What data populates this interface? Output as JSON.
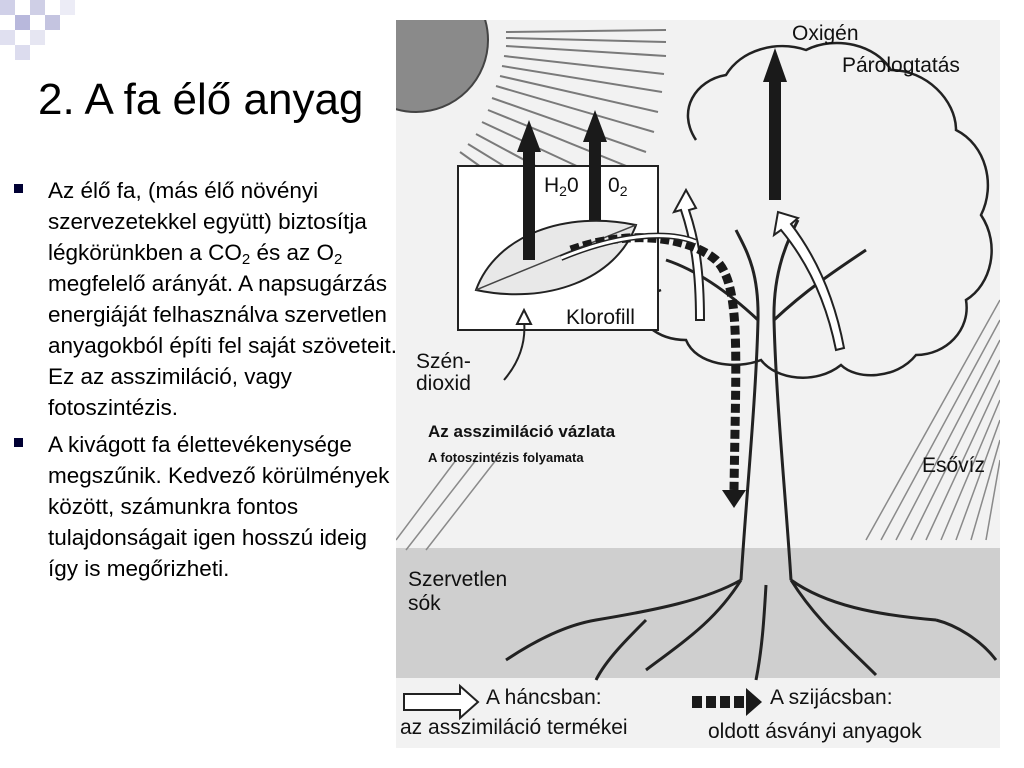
{
  "slide": {
    "title": "2. A fa élő anyag"
  },
  "bullets": [
    {
      "pre": "Az élő fa, (más élő növényi szervezetekkel együtt) biztosítja légkörünkben a CO",
      "sub1": "2",
      "mid": " és az O",
      "sub2": "2",
      "post": " megfelelő arányát. A napsugárzás energiáját felhasználva szervetlen anyagokból építi fel saját szöveteit. Ez az asszimiláció, vagy fotoszintézis."
    },
    {
      "text": "A kivágott fa élettevékenysége megszűnik. Kedvező körülmények között, számunkra fontos tulajdonságait igen hosszú ideig így is megőrizheti."
    }
  ],
  "diagram": {
    "labels": {
      "oxygen": "Oxigén",
      "evaporation": "Párologtatás",
      "h2o_main": "H",
      "h2o_sub": "2",
      "h2o_end": "0",
      "o2_main": "0",
      "o2_sub": "2",
      "chlorophyll": "Klorofill",
      "co2_line1": "Szén-",
      "co2_line2": "dioxid",
      "caption_title": "Az asszimiláció vázlata",
      "caption_sub": "A fotoszintézis folyamata",
      "rain": "Esővíz",
      "salts_line1": "Szervetlen",
      "salts_line2": "sók",
      "phloem_title": "A háncsban:",
      "phloem_desc": "az asszimiláció termékei",
      "xylem_title": "A szijácsban:",
      "xylem_desc": "oldott ásványi anyagok"
    }
  }
}
